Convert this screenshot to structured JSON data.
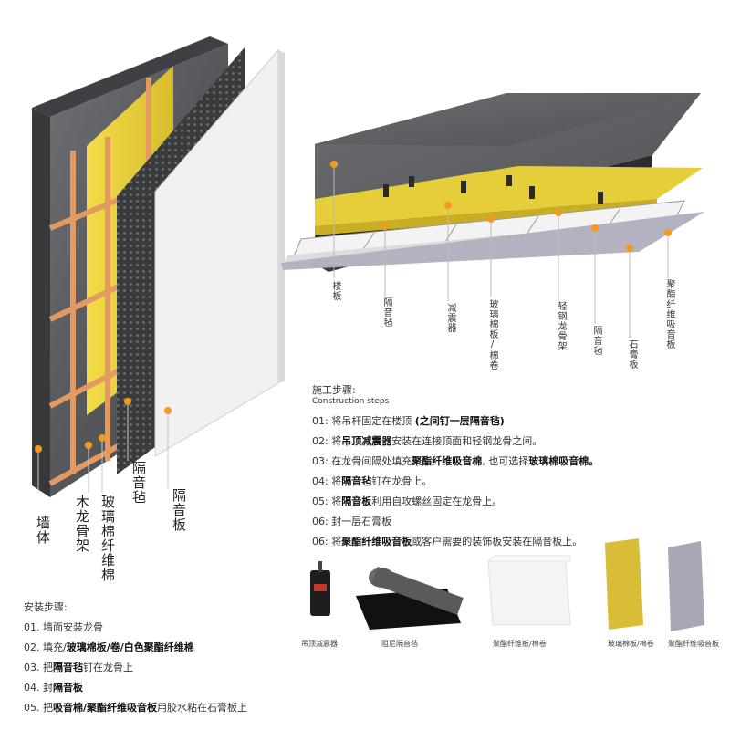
{
  "wall": {
    "labels": [
      "墙体",
      "木龙骨架",
      "玻璃棉纤维棉",
      "隔音毡",
      "隔音板"
    ],
    "steps_title": "安装步骤:",
    "steps": [
      {
        "num": "01.",
        "parts": [
          {
            "t": "墙面安装龙骨",
            "b": false
          }
        ]
      },
      {
        "num": "02.",
        "parts": [
          {
            "t": "填充/",
            "b": false
          },
          {
            "t": "玻璃棉板/卷/白色聚酯纤维棉",
            "b": true
          }
        ]
      },
      {
        "num": "03.",
        "parts": [
          {
            "t": "把",
            "b": false
          },
          {
            "t": "隔音毡",
            "b": true
          },
          {
            "t": "钉在龙骨上",
            "b": false
          }
        ]
      },
      {
        "num": "04.",
        "parts": [
          {
            "t": "封",
            "b": false
          },
          {
            "t": "隔音板",
            "b": true
          }
        ]
      },
      {
        "num": "05.",
        "parts": [
          {
            "t": "把",
            "b": false
          },
          {
            "t": "吸音棉/聚酯纤维吸音板",
            "b": true
          },
          {
            "t": "用胶水粘在石膏板上",
            "b": false
          }
        ]
      }
    ]
  },
  "ceiling": {
    "labels": [
      "楼板",
      "隔音毡",
      "减震器",
      "玻璃棉板/棉卷",
      "轻钢龙骨架",
      "隔音毡",
      "石膏板",
      "聚酯纤维吸音板"
    ],
    "steps_title": "施工步骤:",
    "steps_subtitle": "Construction steps",
    "steps": [
      {
        "num": "01:",
        "parts": [
          {
            "t": "将吊杆固定在楼顶 ",
            "b": false
          },
          {
            "t": "(之间钉一层隔音毡)",
            "b": true
          }
        ]
      },
      {
        "num": "02:",
        "parts": [
          {
            "t": "将",
            "b": false
          },
          {
            "t": "吊顶减震器",
            "b": true
          },
          {
            "t": "安装在连接顶面和轻钢龙骨之间。",
            "b": false
          }
        ]
      },
      {
        "num": "03:",
        "parts": [
          {
            "t": "在龙骨间隔处填充",
            "b": false
          },
          {
            "t": "聚酯纤维吸音棉",
            "b": true
          },
          {
            "t": ", 也可选择",
            "b": false
          },
          {
            "t": "玻璃棉吸音棉。",
            "b": true
          }
        ]
      },
      {
        "num": "04:",
        "parts": [
          {
            "t": "将",
            "b": false
          },
          {
            "t": "隔音毡",
            "b": true
          },
          {
            "t": "钉在龙骨上。",
            "b": false
          }
        ]
      },
      {
        "num": "05:",
        "parts": [
          {
            "t": "将",
            "b": false
          },
          {
            "t": "隔音板",
            "b": true
          },
          {
            "t": "利用自攻螺丝固定在龙骨上。",
            "b": false
          }
        ]
      },
      {
        "num": "06:",
        "parts": [
          {
            "t": "封一层石膏板",
            "b": false
          }
        ]
      },
      {
        "num": "06:",
        "parts": [
          {
            "t": "将",
            "b": false
          },
          {
            "t": "聚酯纤维吸音板",
            "b": true
          },
          {
            "t": "或客户需要的装饰板安装在隔音板上。",
            "b": false
          }
        ]
      }
    ]
  },
  "products": [
    {
      "label": "吊顶减震器"
    },
    {
      "label": "阻尼隔音毡"
    },
    {
      "label": "聚酯纤维板/棉卷"
    },
    {
      "label": "玻璃棉板/棉卷"
    },
    {
      "label": "聚酯纤维吸音板"
    }
  ],
  "colors": {
    "marker": "#f39a1e",
    "concrete": "#5d5f62",
    "glasswool": "#e8cf3a",
    "felt": "#2e2f31",
    "board": "#efefef",
    "wood": "#e8a06a",
    "polyester": "#b9b6c4"
  }
}
